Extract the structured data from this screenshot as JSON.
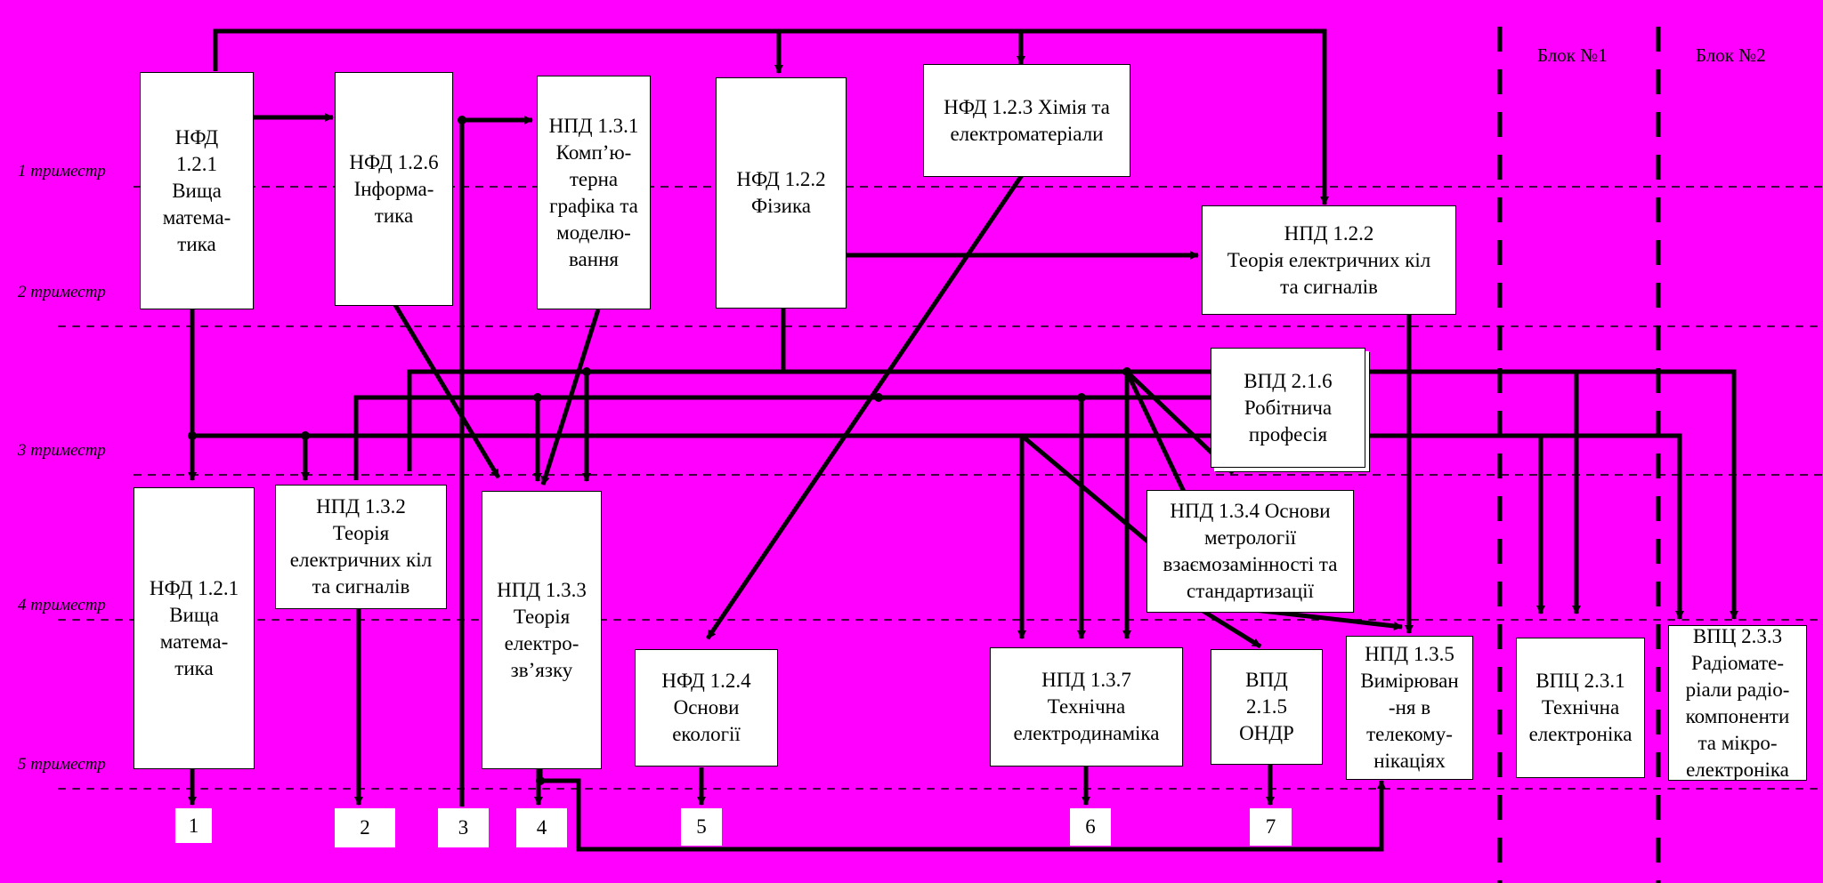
{
  "trimesters": [
    "1 триместр",
    "2 триместр",
    "3 триместр",
    "4 триместр",
    "5 триместр"
  ],
  "blocks": [
    "Блок №1",
    "Блок №2"
  ],
  "boxes": {
    "nfd121_top": "НФД\n1.2.1\nВища\nматема-\nтика",
    "nfd126": "НФД 1.2.6\nІнформа-\nтика",
    "npd131": "НПД 1.3.1\nКомп’ю-\nтерна\nграфіка та\nмоделю-\nвання",
    "nfd122": "НФД 1.2.2\nФізика",
    "nfd123": "НФД 1.2.3 Хімія та\nелектроматеріали",
    "npd122": "НПД 1.2.2\nТеорія електричних кіл\nта сигналів",
    "vpd216": "ВПД 2.1.6\nРобітнича\nпрофесія",
    "nfd121_bottom": "НФД 1.2.1\nВища\nматема-\nтика",
    "npd132": "НПД 1.3.2\nТеорія\nелектричних кіл\nта сигналів",
    "npd133": "НПД 1.3.3\nТеорія\nелектро-\nзв’язку",
    "npd134": "НПД 1.3.4 Основи\nметрології\nвзаємозамінності та\nстандартизації",
    "nfd124": "НФД 1.2.4\nОснови\nекології",
    "npd137": "НПД 1.3.7\nТехнічна\nелектродинаміка",
    "vpd215": "ВПД\n2.1.5\nОНДР",
    "npd135": "НПД 1.3.5\nВимірюван\n-ня в\nтелекому-\nнікаціях",
    "vpc231": "ВПЦ 2.3.1\nТехнічна\nелектроніка",
    "vpc233": "ВПЦ 2.3.3\nРадіомате-\nріали радіо-\nкомпоненти\nта мікро-\nелектроніка"
  },
  "numbers": [
    "1",
    "2",
    "3",
    "4",
    "5",
    "6",
    "7"
  ],
  "colors": {
    "background": "#ff00ff",
    "box": "#ffffff",
    "line": "#000000"
  }
}
